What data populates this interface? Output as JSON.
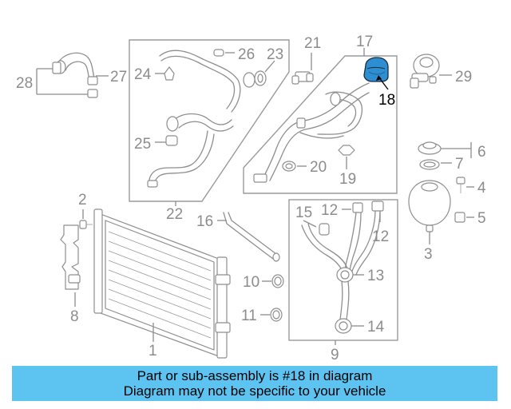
{
  "diagram": {
    "labels": {
      "n1": "1",
      "n2": "2",
      "n3": "3",
      "n4": "4",
      "n5": "5",
      "n6": "6",
      "n7": "7",
      "n8": "8",
      "n9": "9",
      "n10": "10",
      "n11": "11",
      "n12a": "12",
      "n12b": "12",
      "n13": "13",
      "n14": "14",
      "n15": "15",
      "n16": "16",
      "n17": "17",
      "n18": "18",
      "n19": "19",
      "n20": "20",
      "n21": "21",
      "n22": "22",
      "n23": "23",
      "n24": "24",
      "n25": "25",
      "n26": "26",
      "n27": "27",
      "n28": "28",
      "n29": "29"
    },
    "highlighted_part": "18",
    "colors": {
      "line": "#8e8e8e",
      "highlight_part": "#2d8fd2",
      "banner": "#5dc4f2"
    }
  },
  "banner": {
    "line1": "Part or sub-assembly is #18 in diagram",
    "line2": "Diagram may not be specific to your vehicle"
  }
}
